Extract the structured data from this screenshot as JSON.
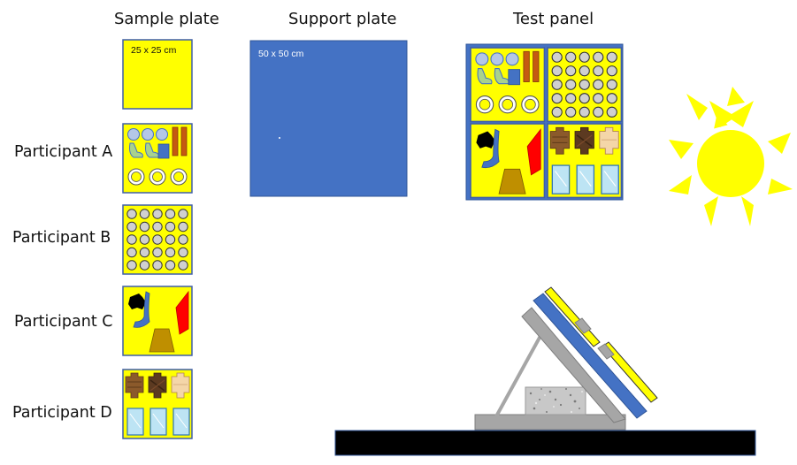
{
  "headings": {
    "sample_plate": "Sample plate",
    "support_plate": "Support plate",
    "test_panel": "Test panel"
  },
  "dimensions": {
    "sample_plate": "25 x 25 cm",
    "support_plate": "50 x 50 cm"
  },
  "participants": [
    {
      "label": "Participant A"
    },
    {
      "label": "Participant B"
    },
    {
      "label": "Participant C"
    },
    {
      "label": "Participant D"
    }
  ],
  "colors": {
    "plate_yellow": "#FFFF00",
    "support_blue": "#4472C4",
    "stand_gray": "#A6A6A6",
    "ground_black": "#000000",
    "sun_yellow": "#FFFF00"
  }
}
